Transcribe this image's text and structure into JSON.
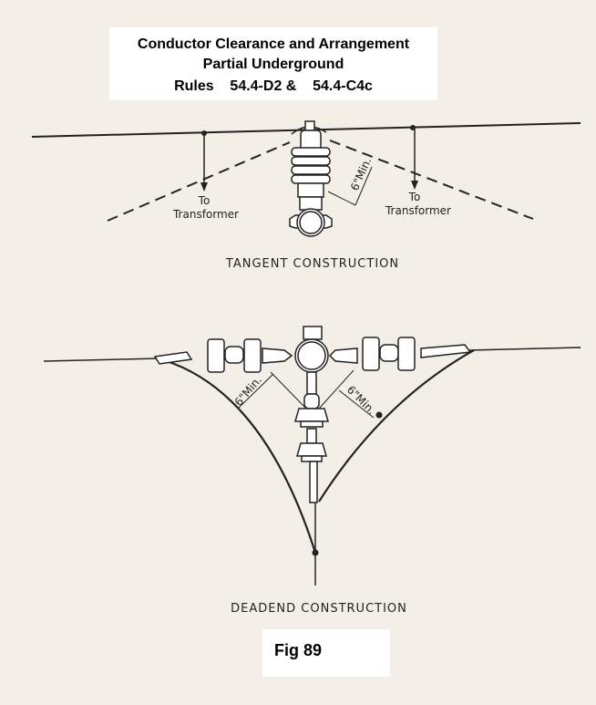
{
  "title": {
    "line1": "Conductor Clearance and Arrangement",
    "line2": "Partial Underground",
    "line3": "Rules    54.4-D2 &    54.4-C4c"
  },
  "tangent": {
    "left_label_1": "To",
    "left_label_2": "Transformer",
    "right_label_1": "To",
    "right_label_2": "Transformer",
    "clearance": "6\"Min.",
    "caption": "TANGENT CONSTRUCTION"
  },
  "deadend": {
    "clearance_left": "6\"Min.",
    "clearance_right": "6\"Min.",
    "caption": "DEADEND CONSTRUCTION"
  },
  "figure_label": "Fig 89"
}
